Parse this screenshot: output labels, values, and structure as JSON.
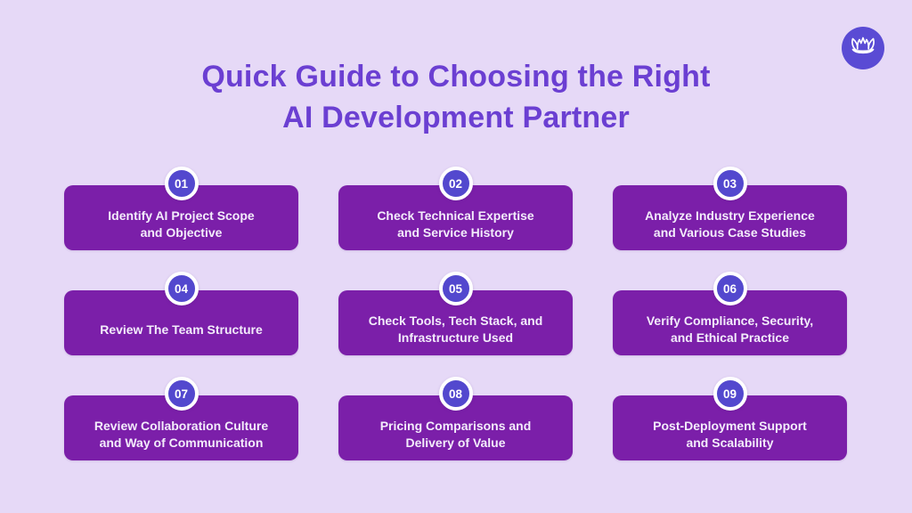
{
  "header": {
    "title_line1": "Quick Guide to Choosing the Right",
    "title_line2": "AI Development Partner"
  },
  "logo": {
    "icon": "lotus-icon"
  },
  "colors": {
    "background": "#e6d9f7",
    "title_text": "#6b3fd2",
    "card_background": "#7b1fa9",
    "card_text": "#f3ecfb",
    "badge_background": "#5348ce",
    "badge_ring": "#ffffff",
    "logo_circle": "#5a4bd4"
  },
  "cards": [
    {
      "number": "01",
      "line1": "Identify AI Project Scope",
      "line2": "and Objective"
    },
    {
      "number": "02",
      "line1": "Check Technical Expertise",
      "line2": "and Service History"
    },
    {
      "number": "03",
      "line1": "Analyze Industry Experience",
      "line2": "and Various Case Studies"
    },
    {
      "number": "04",
      "line1": "Review The Team Structure",
      "line2": ""
    },
    {
      "number": "05",
      "line1": "Check Tools, Tech Stack, and",
      "line2": "Infrastructure Used"
    },
    {
      "number": "06",
      "line1": "Verify Compliance, Security,",
      "line2": "and Ethical Practice"
    },
    {
      "number": "07",
      "line1": "Review Collaboration Culture",
      "line2": "and Way of Communication"
    },
    {
      "number": "08",
      "line1": "Pricing Comparisons and",
      "line2": "Delivery of Value"
    },
    {
      "number": "09",
      "line1": "Post-Deployment Support",
      "line2": "and Scalability"
    }
  ]
}
